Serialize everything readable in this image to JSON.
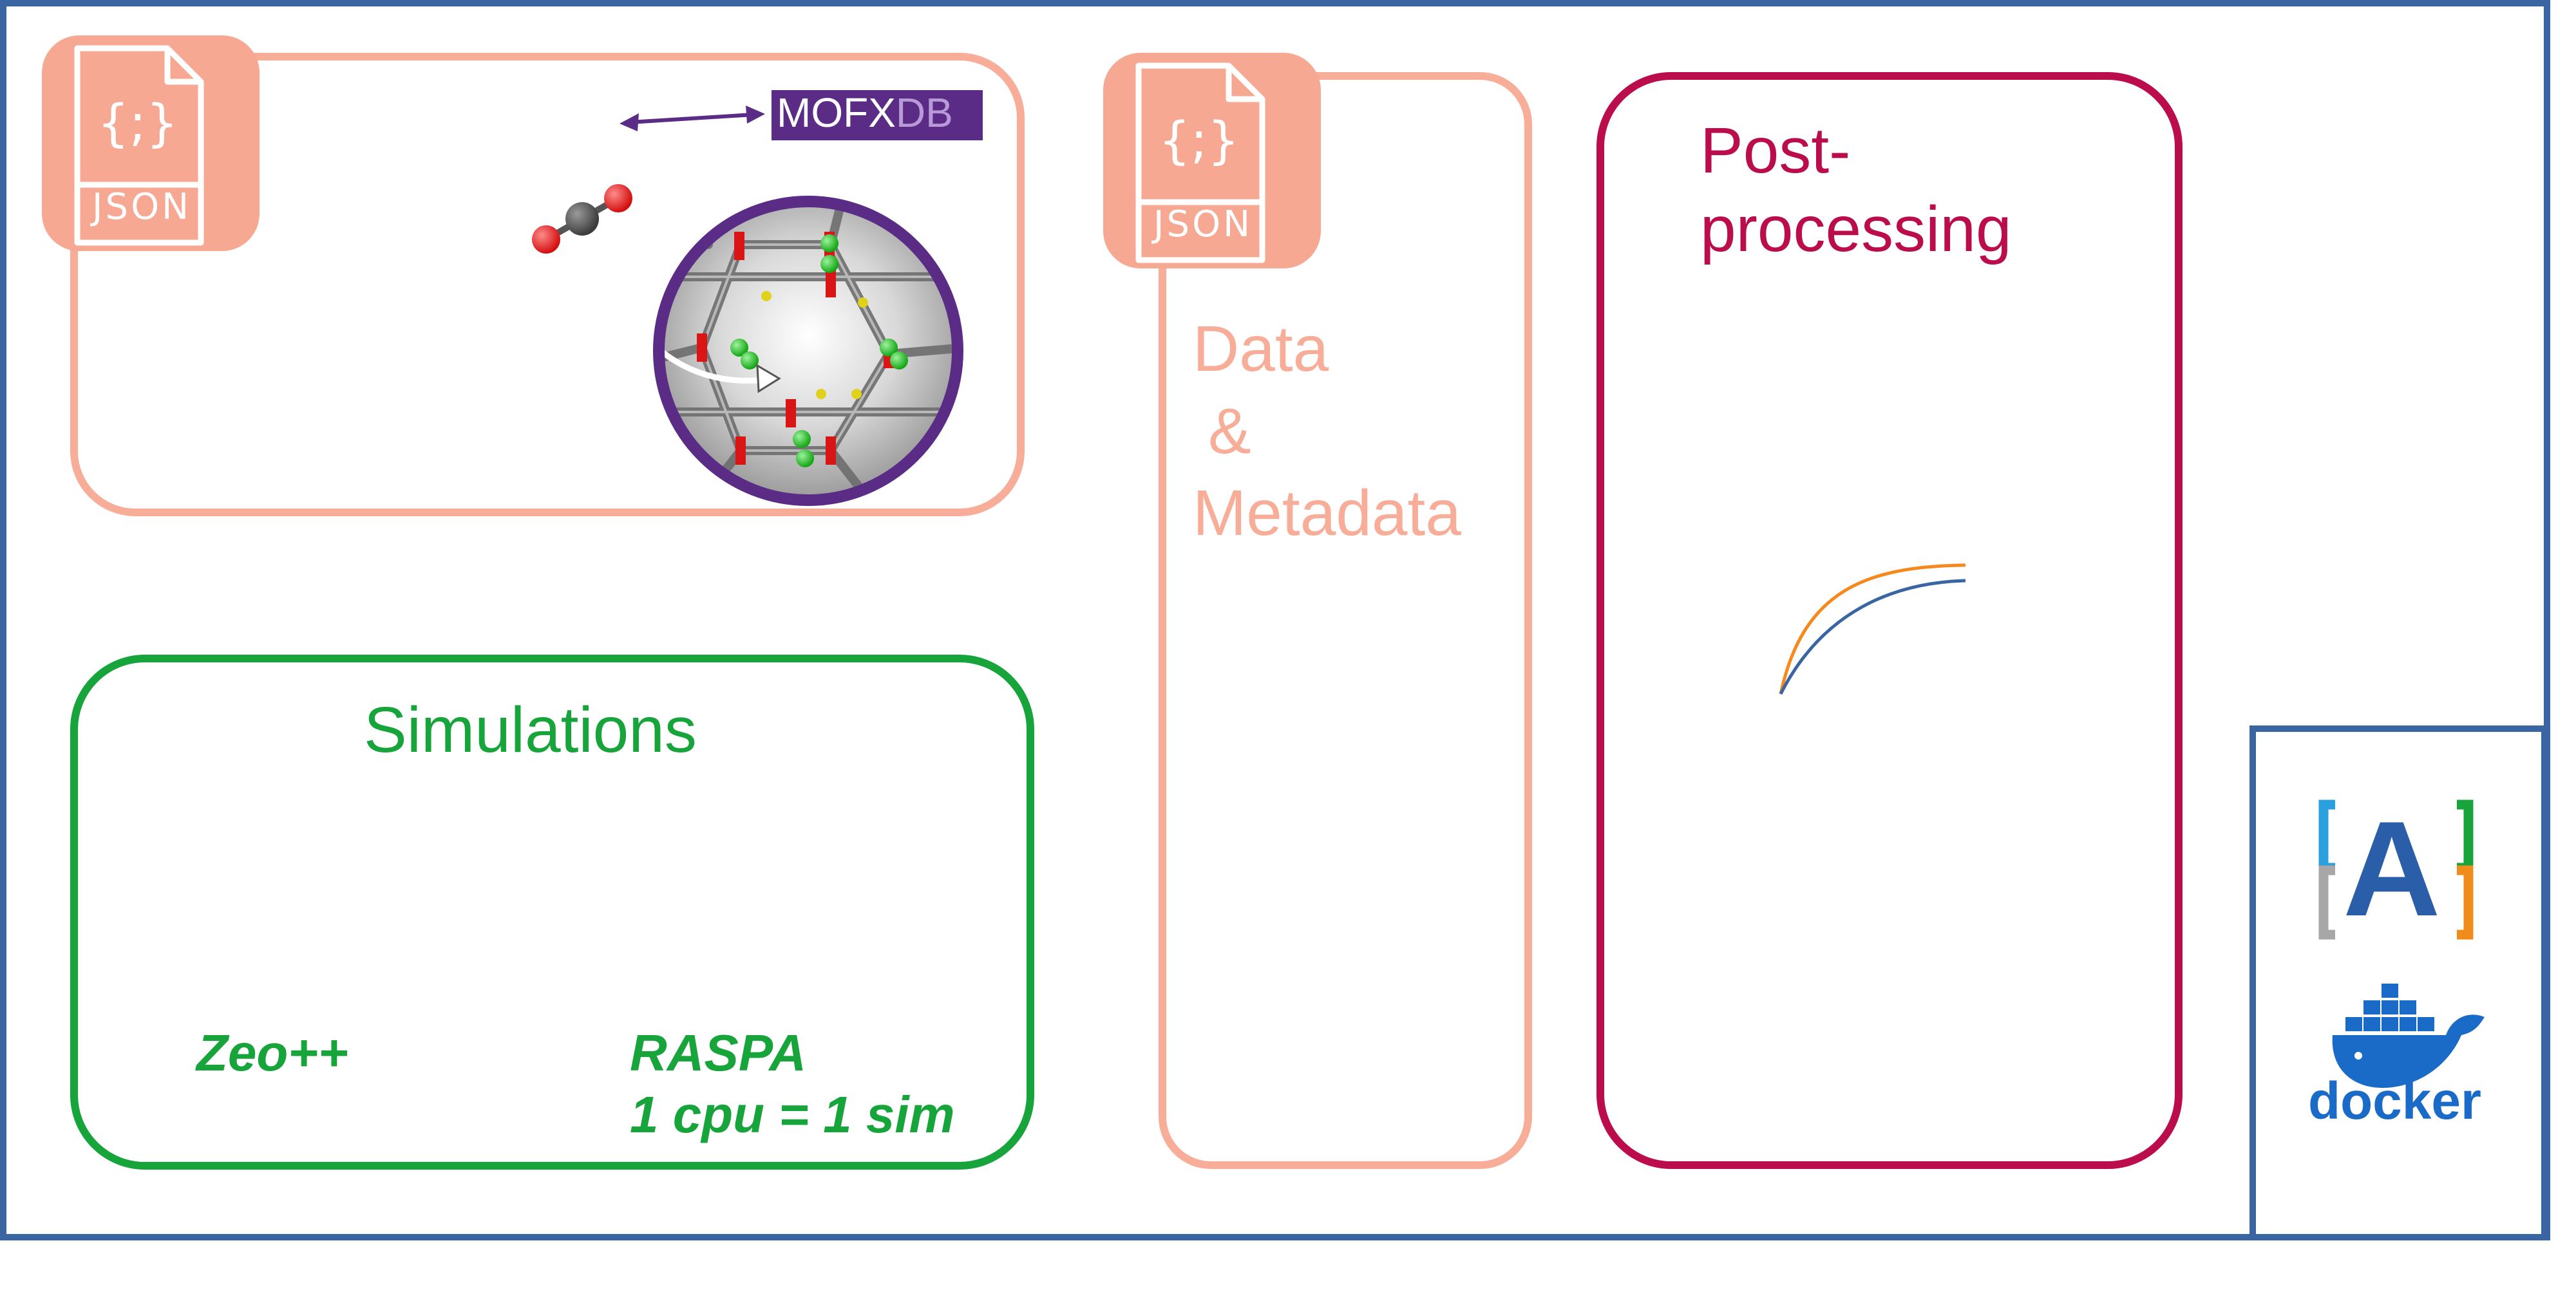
{
  "colors": {
    "frame": "#3a65a3",
    "input_box": "#f7ad98",
    "json_badge": "#f6a893",
    "simulations": "#17a43a",
    "postprocessing": "#bb0c4c",
    "mofxdb_bg": "#5a2c85",
    "mofxdb_arrow": "#5a2c85",
    "curve_orange": "#f5891e",
    "curve_blue": "#3a65a3",
    "aiida_blue": "#2b5ea8",
    "aiida_light_blue": "#2aa0de",
    "aiida_orange": "#f08c1c",
    "aiida_gray": "#a7a7a7",
    "docker_blue": "#1a6ac7"
  },
  "input_box": {
    "json_icon": "json-file-icon",
    "json_text": "JSON",
    "json_braces": "{;}",
    "mofxdb_logo": {
      "part1": "MOFX",
      "part2": "DB"
    },
    "molecule_icon": "co2-molecule-icon",
    "structure_icon": "mof-pore-structure-icon"
  },
  "simulations": {
    "title": "Simulations",
    "tool_left": "Zeo++",
    "tool_right_line1": "RASPA",
    "tool_right_line2": "1 cpu = 1 sim"
  },
  "data_box": {
    "json_icon": "json-file-icon",
    "json_text": "JSON",
    "json_braces": "{;}",
    "line1": "Data",
    "line2": "&",
    "line3": "Metadata"
  },
  "postprocessing": {
    "title_line1": "Post-",
    "title_line2": "processing",
    "plot_icon": "isotherm-curves-icon"
  },
  "workflow_panel": {
    "aiida_logo": {
      "letter": "A",
      "icon": "aiida-logo-icon"
    },
    "docker_logo": {
      "text": "docker",
      "icon": "docker-whale-icon"
    }
  }
}
